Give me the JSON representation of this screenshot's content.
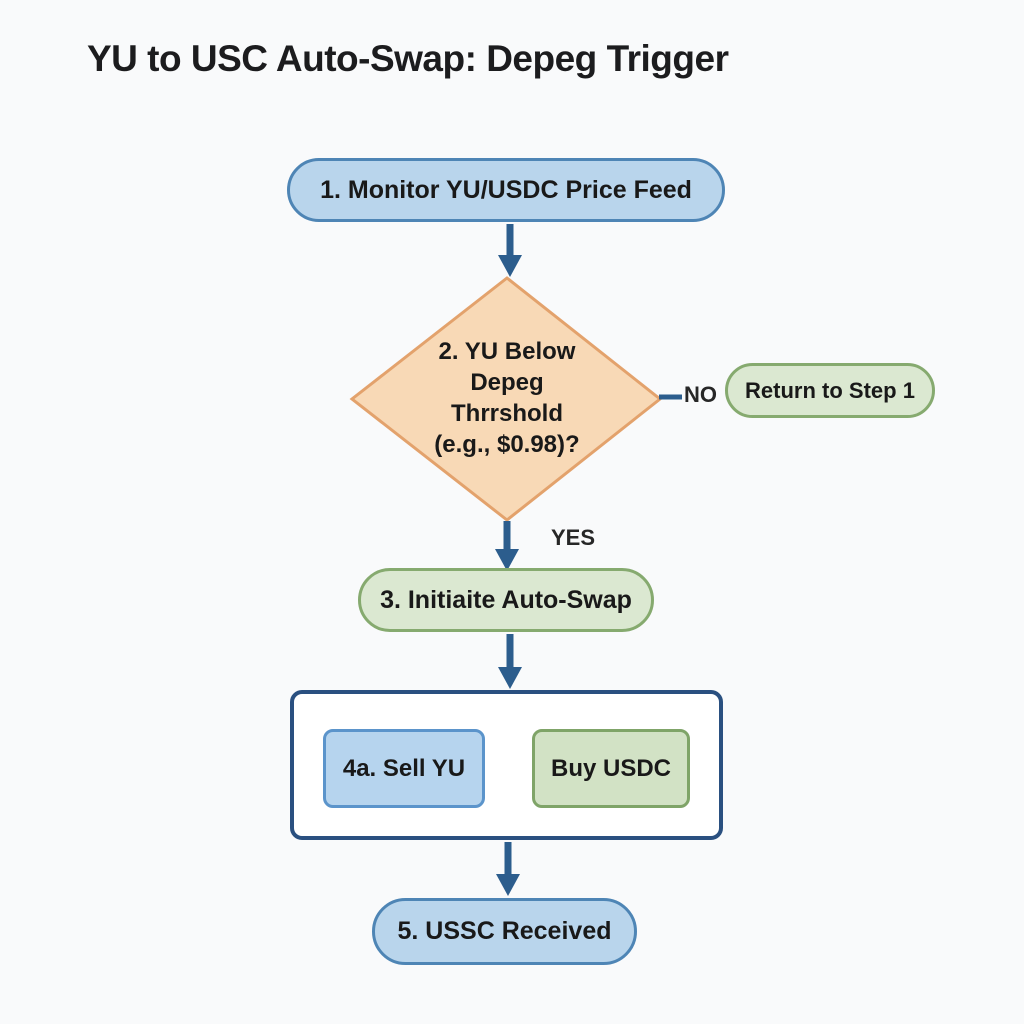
{
  "title": "YU to USC Auto-Swap: Depeg Trigger",
  "nodes": {
    "step1": {
      "label": "1. Monitor YU/USDC Price Feed"
    },
    "decision": {
      "lines": [
        "2. YU Below",
        "Depeg",
        "Thrrshold",
        "(e.g., $0.98)?"
      ]
    },
    "return_step1": {
      "label": "Return to Step 1"
    },
    "step3": {
      "label": "3. Initiaite Auto-Swap"
    },
    "step4a": {
      "label": "4a. Sell YU"
    },
    "step4b": {
      "label": "Buy USDC"
    },
    "step5": {
      "label": "5. USSC Received"
    }
  },
  "edge_labels": {
    "no": "NO",
    "yes": "YES"
  },
  "colors": {
    "background": "#f9fafb",
    "blue_fill": "#b9d5ec",
    "blue_border": "#4e85b5",
    "green_fill": "#dbe8d1",
    "green_border": "#86aa6f",
    "diamond_fill": "#f8d9b6",
    "diamond_border": "#e3a26c",
    "inner_blue_fill": "#b6d4ee",
    "inner_blue_border": "#5b94cb",
    "inner_green_fill": "#d2e2c5",
    "inner_green_border": "#7fa468",
    "container_border": "#2a5080",
    "arrow": "#2c5d8d",
    "text": "#191919"
  }
}
